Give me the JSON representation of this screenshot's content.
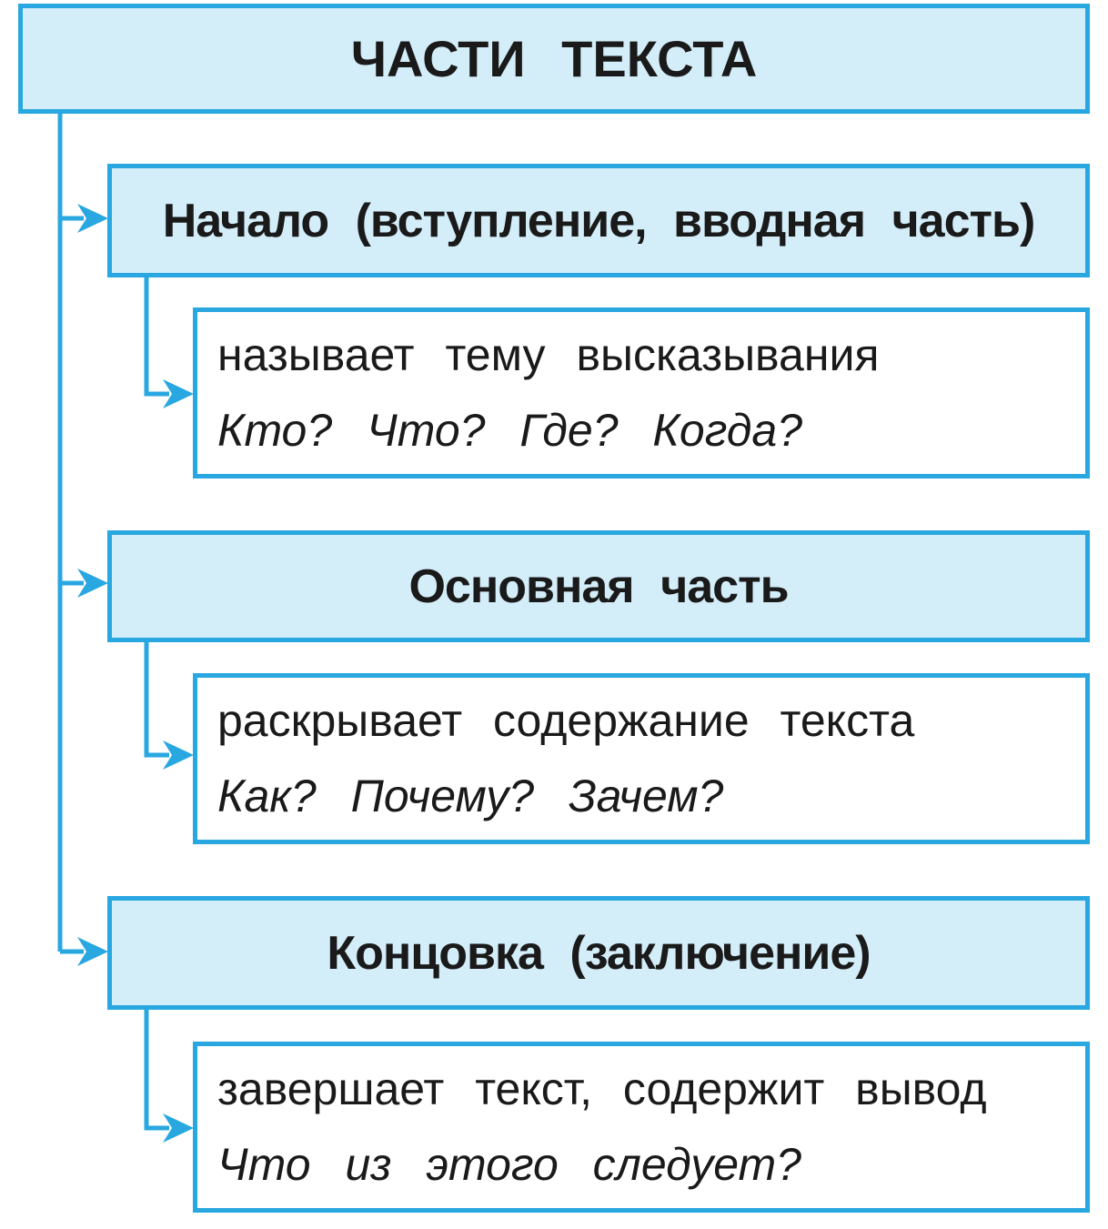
{
  "title": "ЧАСТИ ТЕКСТА",
  "sections": [
    {
      "heading": "Начало (вступление, вводная часть)",
      "description": "называет тему высказывания",
      "questions": "Кто? Что? Где? Когда?"
    },
    {
      "heading": "Основная часть",
      "description": "раскрывает содержание текста",
      "questions": "Как? Почему? Зачем?"
    },
    {
      "heading": "Концовка (заключение)",
      "description": "завершает текст, содержит вывод",
      "questions": "Что из этого следует?"
    }
  ],
  "colors": {
    "box_border": "#29a7e0",
    "box_fill": "#d3edf9",
    "connector_line": "#29a7e0",
    "text": "#1a1a1a",
    "background": "#ffffff"
  }
}
